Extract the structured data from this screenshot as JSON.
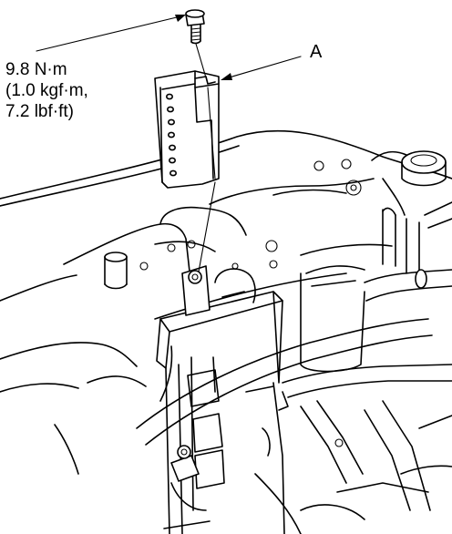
{
  "figure": {
    "torque_spec": {
      "line1": "9.8 N·m",
      "line2": "(1.0 kgf·m,",
      "line3": "7.2 lbf·ft)"
    },
    "callout_a": "A"
  }
}
